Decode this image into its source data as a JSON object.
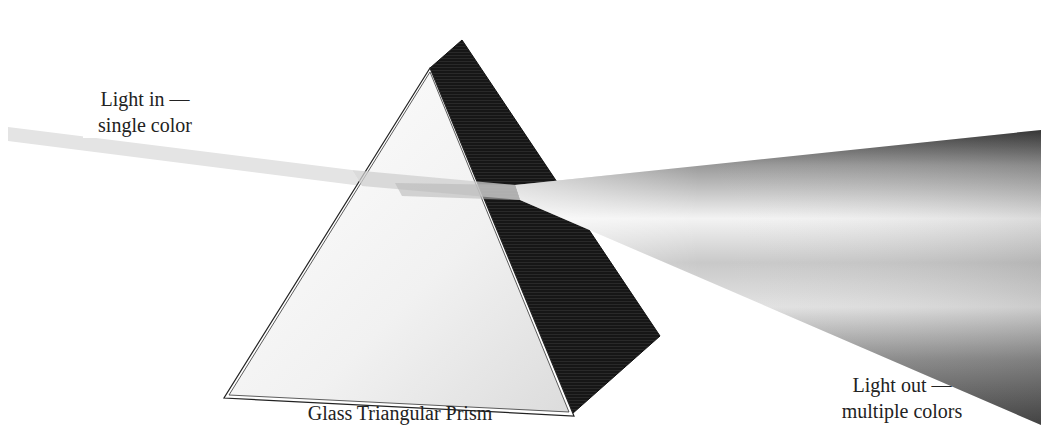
{
  "diagram": {
    "labels": [
      "Light in — single color",
      "Glass Triangular Prism",
      "Light out — multiple colors"
    ]
  }
}
